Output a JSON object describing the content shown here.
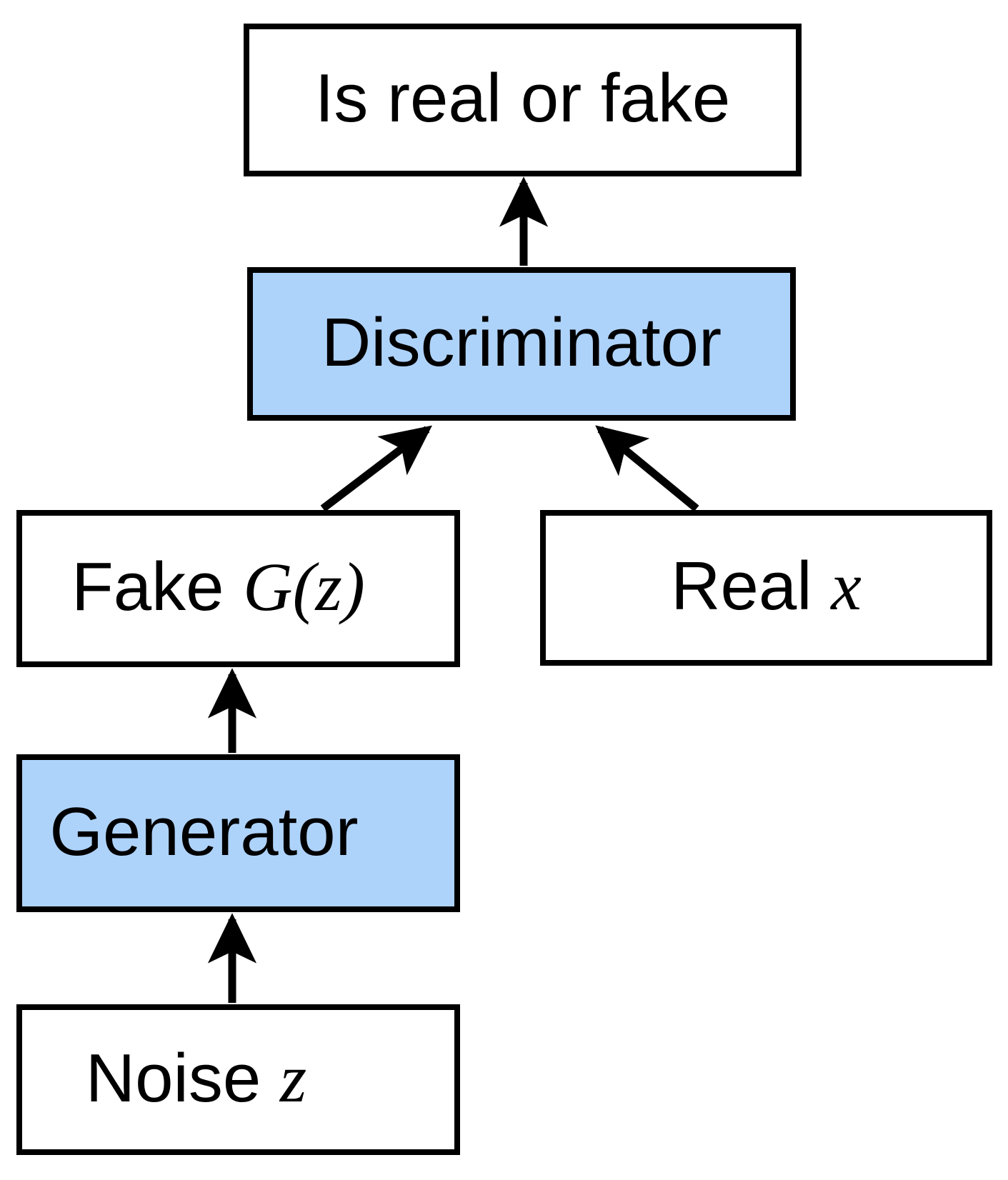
{
  "diagram": {
    "title": "GAN architecture flow diagram",
    "colors": {
      "module_fill": "#aed3fb",
      "data_fill": "#ffffff",
      "stroke": "#000000"
    },
    "nodes": [
      {
        "id": "output",
        "name": "is-real-or-fake",
        "label": "Is real or fake",
        "kind": "output",
        "fill": "#ffffff"
      },
      {
        "id": "discriminator",
        "name": "discriminator",
        "label": "Discriminator",
        "kind": "module",
        "fill": "#aed3fb"
      },
      {
        "id": "fake",
        "name": "fake-sample",
        "label_prefix": "Fake ",
        "label_math": "G(z)",
        "kind": "data",
        "fill": "#ffffff"
      },
      {
        "id": "real",
        "name": "real-sample",
        "label_prefix": "Real ",
        "label_math": "x",
        "kind": "data",
        "fill": "#ffffff"
      },
      {
        "id": "generator",
        "name": "generator",
        "label": "Generator",
        "kind": "module",
        "fill": "#aed3fb"
      },
      {
        "id": "noise",
        "name": "noise-input",
        "label_prefix": "Noise ",
        "label_math": "z",
        "kind": "data",
        "fill": "#ffffff"
      }
    ],
    "edges": [
      {
        "from": "discriminator",
        "to": "output",
        "name": "discriminator-to-output"
      },
      {
        "from": "fake",
        "to": "discriminator",
        "name": "fake-to-discriminator"
      },
      {
        "from": "real",
        "to": "discriminator",
        "name": "real-to-discriminator"
      },
      {
        "from": "generator",
        "to": "fake",
        "name": "generator-to-fake"
      },
      {
        "from": "noise",
        "to": "generator",
        "name": "noise-to-generator"
      }
    ]
  }
}
